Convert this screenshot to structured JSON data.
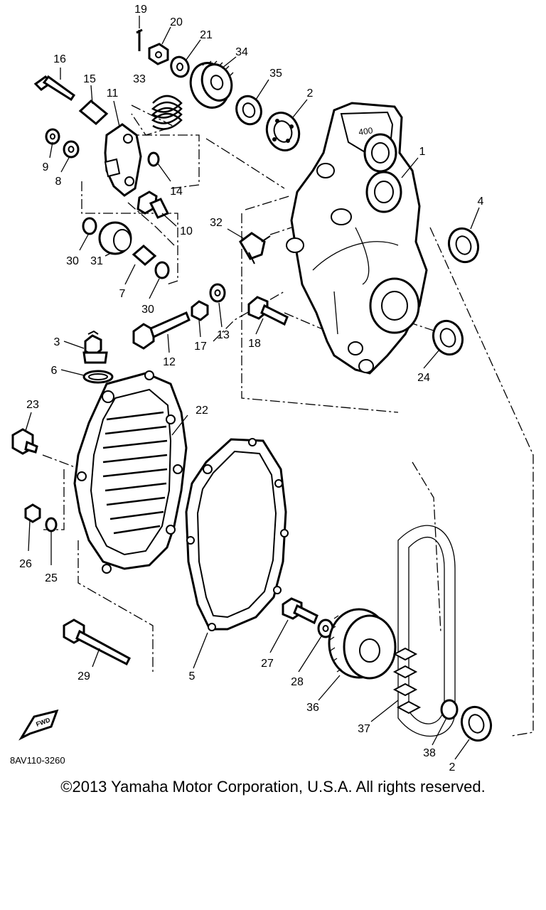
{
  "diagram": {
    "part_code": "8AV110-3260",
    "front_marker_text": "FWD",
    "callouts": [
      "1",
      "2",
      "2",
      "3",
      "4",
      "5",
      "6",
      "7",
      "8",
      "9",
      "10",
      "11",
      "12",
      "13",
      "14",
      "15",
      "16",
      "17",
      "18",
      "19",
      "20",
      "21",
      "22",
      "23",
      "24",
      "25",
      "26",
      "27",
      "28",
      "29",
      "30",
      "30",
      "31",
      "32",
      "33",
      "34",
      "35",
      "36",
      "37",
      "38"
    ]
  },
  "footer": {
    "copyright": "©2013 Yamaha Motor Corporation, U.S.A. All rights reserved."
  }
}
